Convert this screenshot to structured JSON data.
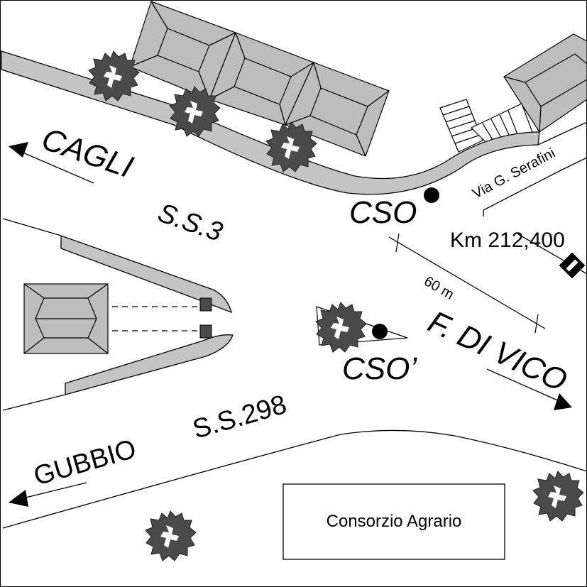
{
  "labels": {
    "cagli": "CAGLI",
    "ss3": "S.S.3",
    "cso": "CSO",
    "cso_prime": "CSO’",
    "via_serafini": "Via G. Serafini",
    "km_marker": "Km 212,400",
    "distance": "60 m",
    "di_vico": "F. DI VICO",
    "ss298": "S.S.298",
    "gubbio": "GUBBIO",
    "consorzio": "Consorzio Agrario"
  },
  "icons": {
    "arrow": "arrow-head-icon",
    "tree": "tree-icon",
    "station": "monitoring-station-icon",
    "km_marker": "kilometre-marker-icon",
    "building": "building-roof-icon"
  },
  "colors": {
    "background": "#ffffff",
    "road_fill": "#c4c4c4",
    "roof_fill": "#bdbdbd",
    "tree_fill": "#4a4a4a",
    "ink": "#000000"
  }
}
